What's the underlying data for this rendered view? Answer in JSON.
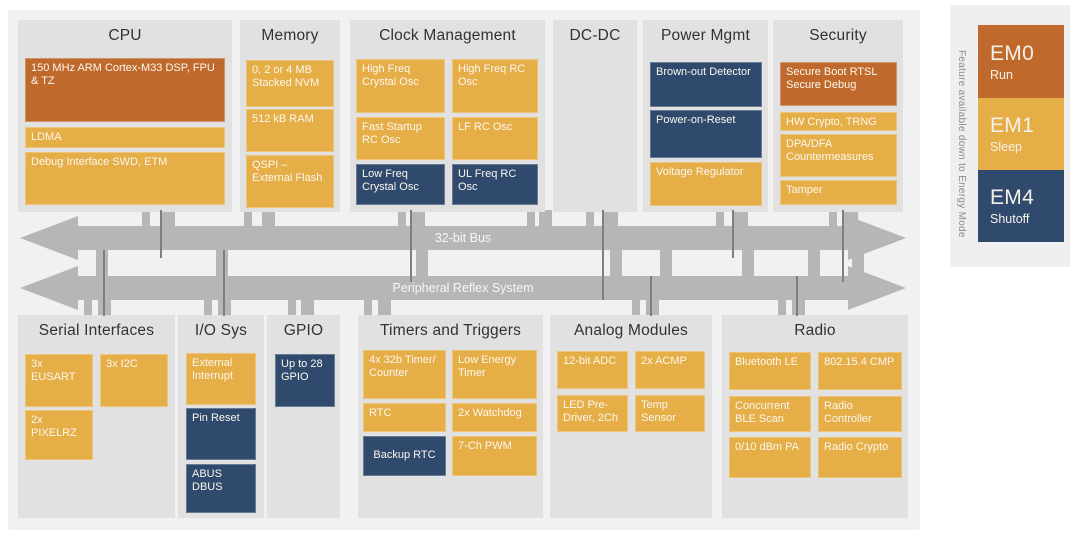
{
  "palette": {
    "em0_run": "#bf6a2c",
    "em1_sleep": "#e5ae47",
    "em4_shutoff": "#2f4a6c",
    "panel_gray": "#e1e1e2",
    "bus_gray": "#b6b6b8"
  },
  "buses": [
    {
      "label": "32-bit Bus"
    },
    {
      "label": "Peripheral Reflex System"
    }
  ],
  "legend": {
    "side_label": "Feature available down to Energy Mode",
    "items": [
      {
        "name": "EM0",
        "sub": "Run",
        "level": "em0"
      },
      {
        "name": "EM1",
        "sub": "Sleep",
        "level": "em1"
      },
      {
        "name": "EM4",
        "sub": "Shutoff",
        "level": "em4"
      }
    ]
  },
  "sections": [
    {
      "title": "CPU",
      "blocks": [
        {
          "label": "150 MHz ARM Cortex-M33 DSP, FPU & TZ",
          "level": "em0"
        },
        {
          "label": "LDMA",
          "level": "em1"
        },
        {
          "label": "Debug Interface SWD, ETM",
          "level": "em1"
        }
      ]
    },
    {
      "title": "Memory",
      "blocks": [
        {
          "label": "0, 2 or 4 MB Stacked NVM",
          "level": "em1"
        },
        {
          "label": "512 kB RAM",
          "level": "em1"
        },
        {
          "label": "QSPI – External Flash",
          "level": "em1"
        }
      ]
    },
    {
      "title": "Clock Management",
      "blocks": [
        {
          "label": "High Freq Crystal Osc",
          "level": "em1"
        },
        {
          "label": "High Freq RC Osc",
          "level": "em1"
        },
        {
          "label": "Fast Startup RC Osc",
          "level": "em1"
        },
        {
          "label": "LF RC Osc",
          "level": "em1"
        },
        {
          "label": "Low Freq Crystal Osc",
          "level": "em4"
        },
        {
          "label": "UL Freq RC Osc",
          "level": "em4"
        }
      ]
    },
    {
      "title": "DC-DC",
      "blocks": []
    },
    {
      "title": "Power Mgmt",
      "blocks": [
        {
          "label": "Brown-out Detector",
          "level": "em4"
        },
        {
          "label": "Power-on-Reset",
          "level": "em4"
        },
        {
          "label": "Voltage Regulator",
          "level": "em1"
        }
      ]
    },
    {
      "title": "Security",
      "blocks": [
        {
          "label": "Secure Boot RTSL Secure Debug",
          "level": "em0"
        },
        {
          "label": "HW Crypto, TRNG",
          "level": "em1"
        },
        {
          "label": "DPA/DFA Countermeasures",
          "level": "em1"
        },
        {
          "label": "Tamper",
          "level": "em1"
        }
      ]
    },
    {
      "title": "Serial Interfaces",
      "blocks": [
        {
          "label": "3x EUSART",
          "level": "em1"
        },
        {
          "label": "3x I2C",
          "level": "em1"
        },
        {
          "label": "2x PIXELRZ",
          "level": "em1"
        }
      ]
    },
    {
      "title": "I/O Sys",
      "blocks": [
        {
          "label": "External Interrupt",
          "level": "em1"
        },
        {
          "label": "Pin Reset",
          "level": "em4"
        },
        {
          "label": "ABUS DBUS",
          "level": "em4"
        }
      ]
    },
    {
      "title": "GPIO",
      "blocks": [
        {
          "label": "Up to 28 GPIO",
          "level": "em4"
        }
      ]
    },
    {
      "title": "Timers and Triggers",
      "blocks": [
        {
          "label": "4x 32b Timer/ Counter",
          "level": "em1"
        },
        {
          "label": "Low Energy Timer",
          "level": "em1"
        },
        {
          "label": "RTC",
          "level": "em1"
        },
        {
          "label": "2x Watchdog",
          "level": "em1"
        },
        {
          "label": "Backup RTC",
          "level": "em4"
        },
        {
          "label": "7-Ch PWM",
          "level": "em1"
        }
      ]
    },
    {
      "title": "Analog Modules",
      "blocks": [
        {
          "label": "12-bit ADC",
          "level": "em1"
        },
        {
          "label": "2x ACMP",
          "level": "em1"
        },
        {
          "label": "LED Pre-Driver, 2Ch",
          "level": "em1"
        },
        {
          "label": "Temp Sensor",
          "level": "em1"
        }
      ]
    },
    {
      "title": "Radio",
      "blocks": [
        {
          "label": "Bluetooth LE",
          "level": "em1"
        },
        {
          "label": "802.15.4 CMP",
          "level": "em1"
        },
        {
          "label": "Concurrent BLE Scan",
          "level": "em1"
        },
        {
          "label": "Radio Controller",
          "level": "em1"
        },
        {
          "label": "0/10 dBm PA",
          "level": "em1"
        },
        {
          "label": "Radio Crypto",
          "level": "em1"
        }
      ]
    }
  ]
}
